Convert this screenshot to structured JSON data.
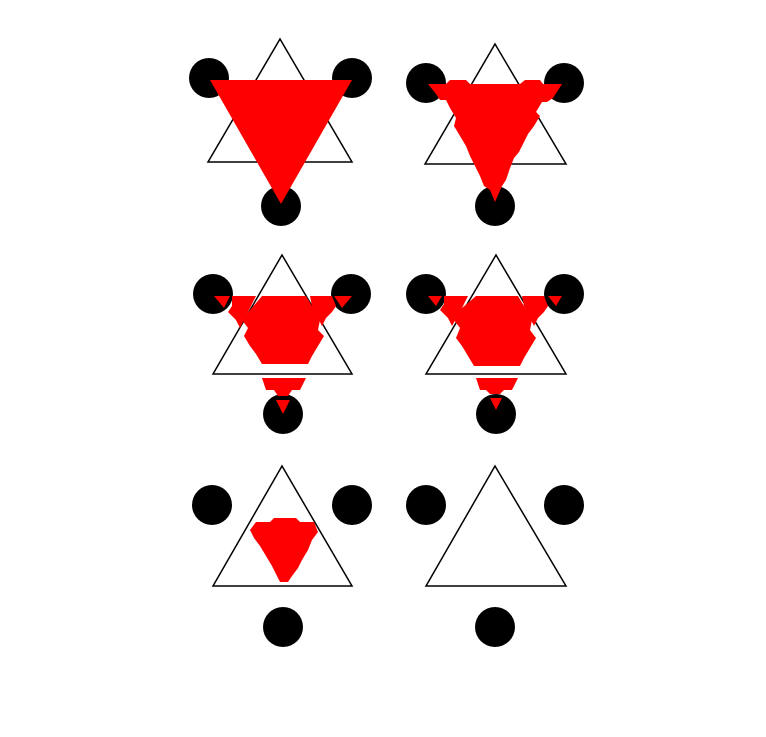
{
  "figure": {
    "description_visible_text": [],
    "colors": {
      "background": "#ffffff",
      "disc": "#000000",
      "outline": "#000000",
      "fill": "#ff0000"
    },
    "panels": [
      {
        "id": "panel-1",
        "red_shape": "full-inverted-triangle"
      },
      {
        "id": "panel-2",
        "red_shape": "jagged-inverted-triangle"
      },
      {
        "id": "panel-3",
        "red_shape": "jagged-hexagon-with-corner-fragments"
      },
      {
        "id": "panel-4",
        "red_shape": "jagged-hexagon-with-corner-fragments"
      },
      {
        "id": "panel-5",
        "red_shape": "small-jagged-inverted-triangle"
      },
      {
        "id": "panel-6",
        "red_shape": "none"
      }
    ]
  }
}
